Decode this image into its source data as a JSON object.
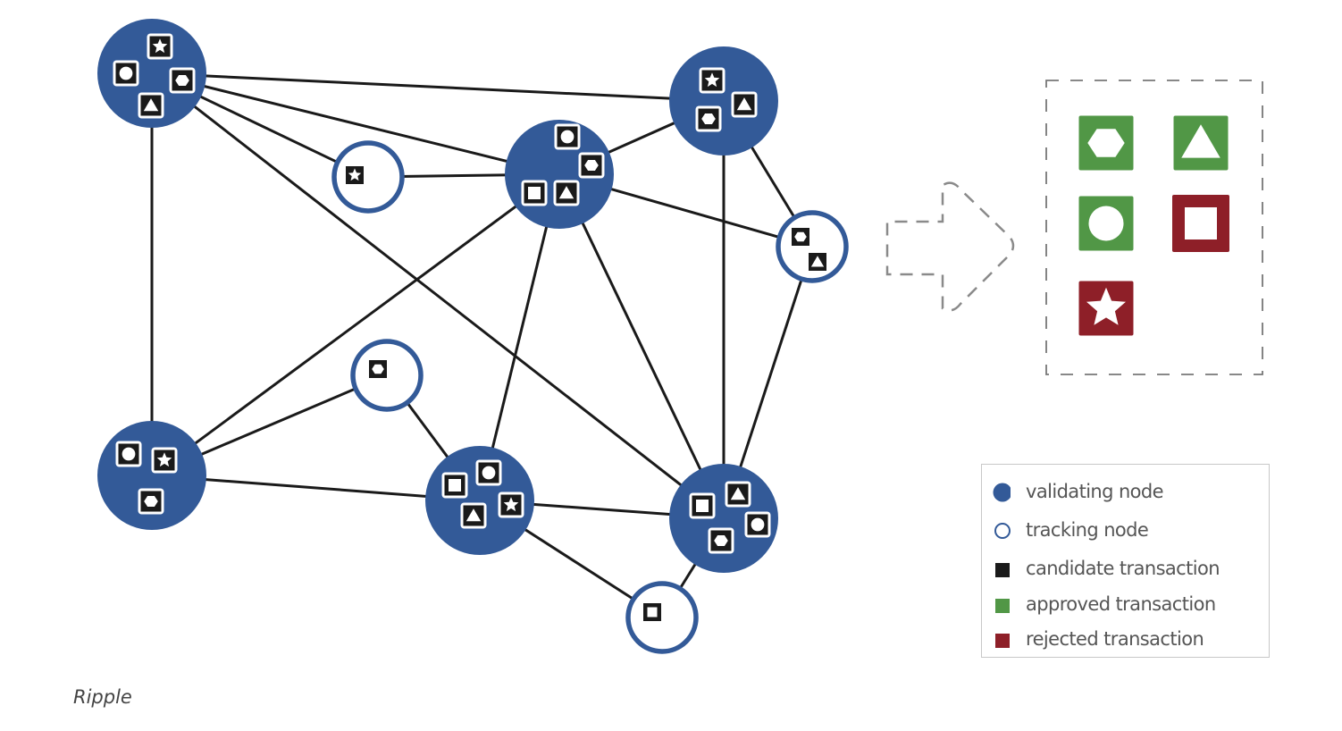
{
  "colors": {
    "validating": "#335a98",
    "tracking_stroke": "#335a98",
    "candidate": "#1a1a1a",
    "approved": "#519746",
    "rejected": "#8e1f28",
    "edge": "#1a1a1a",
    "dash": "#888888"
  },
  "nodes": [
    {
      "id": "v1",
      "type": "validating",
      "tx": [
        "star",
        "circle",
        "hexagon",
        "triangle"
      ]
    },
    {
      "id": "v2",
      "type": "validating",
      "tx": [
        "star",
        "triangle",
        "hexagon"
      ]
    },
    {
      "id": "v3",
      "type": "validating",
      "tx": [
        "circle",
        "hexagon",
        "square",
        "triangle"
      ]
    },
    {
      "id": "t1",
      "type": "tracking",
      "tx": [
        "star"
      ]
    },
    {
      "id": "t2",
      "type": "tracking",
      "tx": [
        "hexagon",
        "triangle"
      ]
    },
    {
      "id": "t3",
      "type": "tracking",
      "tx": [
        "hexagon"
      ]
    },
    {
      "id": "v4",
      "type": "validating",
      "tx": [
        "circle",
        "star",
        "hexagon"
      ]
    },
    {
      "id": "v5",
      "type": "validating",
      "tx": [
        "square",
        "circle",
        "triangle",
        "star"
      ]
    },
    {
      "id": "v6",
      "type": "validating",
      "tx": [
        "square",
        "triangle",
        "circle",
        "hexagon"
      ]
    },
    {
      "id": "t4",
      "type": "tracking",
      "tx": [
        "square"
      ]
    }
  ],
  "edges": [
    [
      "v1",
      "v2"
    ],
    [
      "v1",
      "v3"
    ],
    [
      "v1",
      "t1"
    ],
    [
      "v1",
      "v4"
    ],
    [
      "v1",
      "v6"
    ],
    [
      "t1",
      "v3"
    ],
    [
      "v3",
      "v2"
    ],
    [
      "v3",
      "t2"
    ],
    [
      "v3",
      "v4"
    ],
    [
      "v3",
      "v5"
    ],
    [
      "v3",
      "v6"
    ],
    [
      "v2",
      "t2"
    ],
    [
      "v2",
      "v6"
    ],
    [
      "t2",
      "v6"
    ],
    [
      "v4",
      "t3"
    ],
    [
      "v4",
      "v5"
    ],
    [
      "t3",
      "v5"
    ],
    [
      "v5",
      "v6"
    ],
    [
      "v5",
      "t4"
    ],
    [
      "v6",
      "t4"
    ]
  ],
  "result": {
    "items": [
      {
        "shape": "hexagon",
        "status": "approved"
      },
      {
        "shape": "triangle",
        "status": "approved"
      },
      {
        "shape": "circle",
        "status": "approved"
      },
      {
        "shape": "square",
        "status": "rejected"
      },
      {
        "shape": "star",
        "status": "rejected"
      }
    ]
  },
  "legend": {
    "items": [
      {
        "icon": "filled-circle-icon",
        "kind": "validating",
        "label": "validating node"
      },
      {
        "icon": "hollow-circle-icon",
        "kind": "tracking",
        "label": "tracking node"
      },
      {
        "icon": "square-icon",
        "kind": "candidate",
        "label": "candidate transaction"
      },
      {
        "icon": "square-icon",
        "kind": "approved",
        "label": "approved transaction"
      },
      {
        "icon": "square-icon",
        "kind": "rejected",
        "label": "rejected transaction"
      }
    ]
  },
  "caption": "Ripple"
}
